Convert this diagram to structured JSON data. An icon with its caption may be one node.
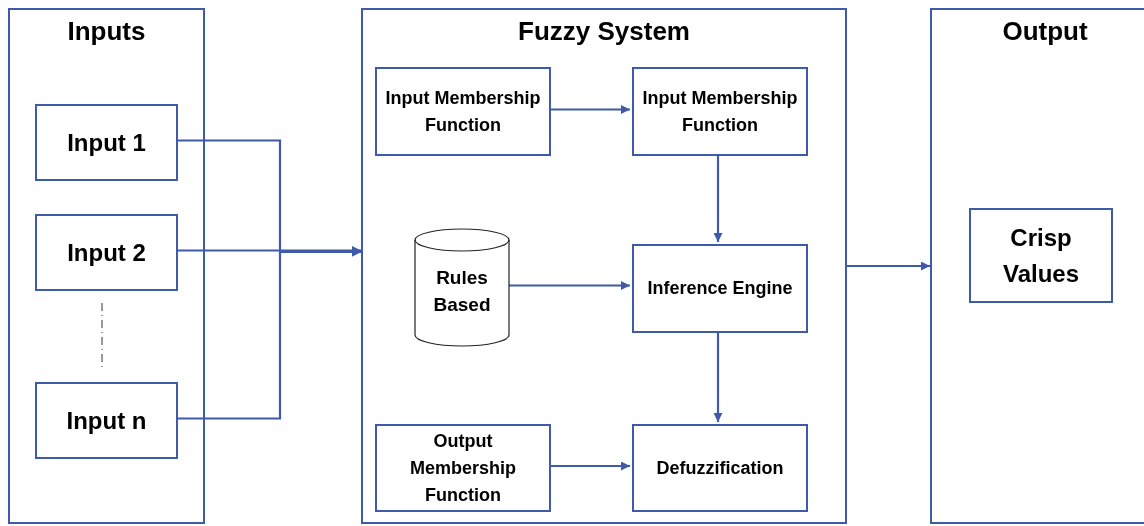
{
  "diagram": {
    "nodes": [
      {
        "text": [
          "Inputs"
        ]
      },
      {
        "text": [
          "Input 1"
        ],
        "in": 0
      },
      {
        "text": [
          "Input 2"
        ],
        "in": 0
      },
      {
        "text": [
          "Input n"
        ],
        "in": 0
      },
      {
        "text": [
          "Fuzzy System"
        ]
      },
      {
        "text": [
          "Input Membership Function"
        ],
        "in": 4
      },
      {
        "text": [
          "Input Membership Function"
        ],
        "in": 4
      },
      {
        "text": [
          "Rules Based"
        ],
        "in": 4
      },
      {
        "text": [
          "Inference Engine"
        ],
        "in": 4
      },
      {
        "text": [
          "Output Membership Function"
        ],
        "in": 4
      },
      {
        "text": [
          "Defuzzification"
        ],
        "in": 4
      },
      {
        "text": [
          "Output"
        ]
      },
      {
        "text": [
          "Crisp Values"
        ],
        "in": 11
      }
    ],
    "edges": [
      {
        "from": 1,
        "to": 4,
        "arrow": "to"
      },
      {
        "from": 2,
        "to": 4,
        "arrow": "to"
      },
      {
        "from": 3,
        "to": 4,
        "arrow": "to"
      },
      {
        "from": 5,
        "to": 6,
        "arrow": "to"
      },
      {
        "from": 6,
        "to": 8,
        "arrow": "to"
      },
      {
        "from": 7,
        "to": 8,
        "arrow": "to"
      },
      {
        "from": 8,
        "to": 10,
        "arrow": "to"
      },
      {
        "from": 9,
        "to": 10,
        "arrow": "to"
      },
      {
        "from": 4,
        "to": 11,
        "arrow": "to"
      }
    ]
  }
}
